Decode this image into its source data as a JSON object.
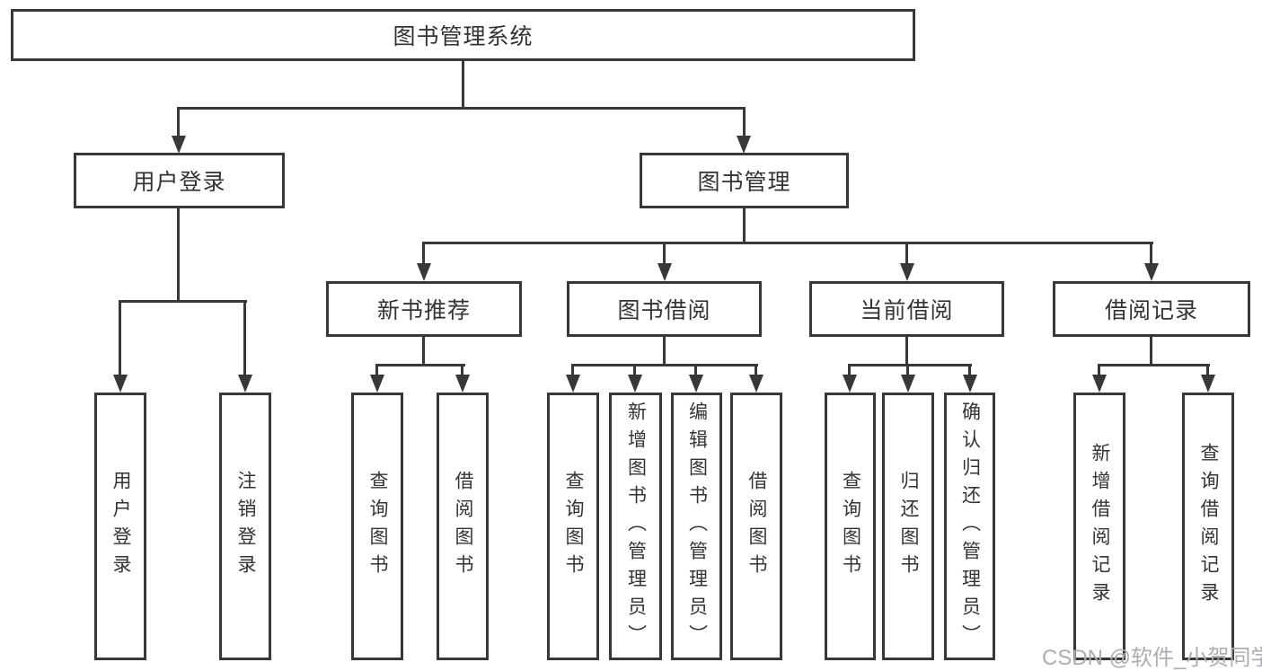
{
  "title": "图书管理系统",
  "watermark": "CSDN @软件_小贺同学",
  "colors": {
    "line": "#383838",
    "box_border": "#383838",
    "box_background": "#ffffff",
    "text": "#333333",
    "watermark": "#aaadb2",
    "page_background": "#ffffff"
  },
  "tree": {
    "root": {
      "label": "图书管理系统"
    },
    "children": [
      {
        "label": "用户登录",
        "children": [
          {
            "label": "用户登录"
          },
          {
            "label": "注销登录"
          }
        ]
      },
      {
        "label": "图书管理",
        "children": [
          {
            "label": "新书推荐",
            "children": [
              {
                "label": "查询图书"
              },
              {
                "label": "借阅图书"
              }
            ]
          },
          {
            "label": "图书借阅",
            "children": [
              {
                "label": "查询图书"
              },
              {
                "label": "新增图书（管理员）"
              },
              {
                "label": "编辑图书（管理员）"
              },
              {
                "label": "借阅图书"
              }
            ]
          },
          {
            "label": "当前借阅",
            "children": [
              {
                "label": "查询图书"
              },
              {
                "label": "归还图书"
              },
              {
                "label": "确认归还（管理员）"
              }
            ]
          },
          {
            "label": "借阅记录",
            "children": [
              {
                "label": "新增借阅记录"
              },
              {
                "label": "查询借阅记录"
              }
            ]
          }
        ]
      }
    ]
  }
}
